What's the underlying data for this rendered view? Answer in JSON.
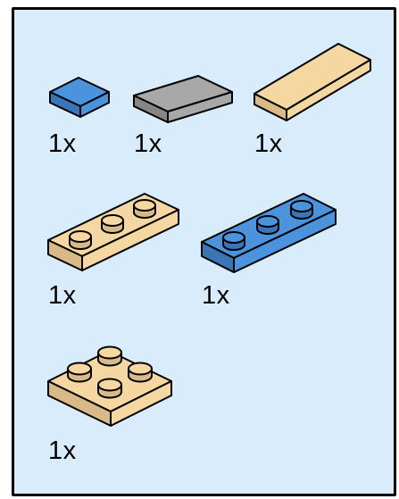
{
  "colors": {
    "background": "#d9ecfb",
    "border": "#000000",
    "brick_blue": "#4c93de",
    "brick_blue_side": "#3a75b5",
    "brick_gray": "#a8a8a8",
    "brick_gray_side": "#868686",
    "brick_tan": "#f5d7a1",
    "brick_tan_side": "#d9b986",
    "outline": "#000000"
  },
  "parts": [
    {
      "name": "tile 1x1 blue",
      "color": "blue",
      "quantity_label": "1x"
    },
    {
      "name": "tile 1x2 gray",
      "color": "gray",
      "quantity_label": "1x"
    },
    {
      "name": "tile 1x4 tan",
      "color": "tan",
      "quantity_label": "1x"
    },
    {
      "name": "plate 1x3 tan",
      "color": "tan",
      "quantity_label": "1x"
    },
    {
      "name": "plate 1x3 blue",
      "color": "blue",
      "quantity_label": "1x"
    },
    {
      "name": "plate 2x2 tan",
      "color": "tan",
      "quantity_label": "1x"
    }
  ]
}
